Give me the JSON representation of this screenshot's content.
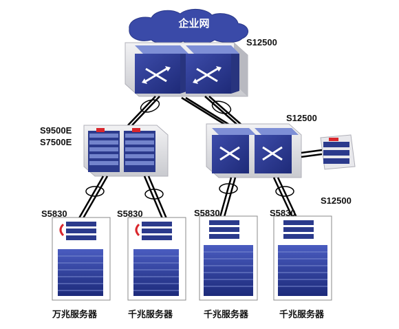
{
  "cloud": {
    "label": "企业网"
  },
  "core": {
    "label": "S12500"
  },
  "aggregation": {
    "left_model_1": "S9500E",
    "left_model_2": "S7500E",
    "right_model": "S12500",
    "side_model": "S12500"
  },
  "access": {
    "switch_labels": [
      "S5830",
      "S5830",
      "S5830",
      "S5830"
    ],
    "server_labels": [
      "万兆服务器",
      "千兆服务器",
      "千兆服务器",
      "千兆服务器"
    ]
  },
  "colors": {
    "device_blue": "#2b3a8c",
    "device_light": "#6f7fc7",
    "cloud_blue": "#3848a6",
    "accent_red": "#d9262c"
  }
}
